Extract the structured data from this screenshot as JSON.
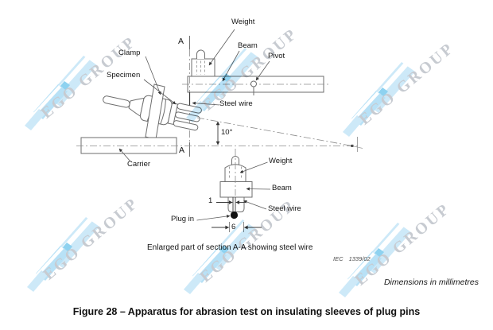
{
  "figure": {
    "caption": "Figure 28 – Apparatus for abrasion test on insulating sleeves of plug pins",
    "dimensions_note": "Dimensions in millimetres",
    "iec_reference": "IEC 1339/02"
  },
  "watermark": {
    "text": "EGO GROUP",
    "logo_blue": "#cde9f8",
    "accent_blue": "#8ed2f0"
  },
  "top_view": {
    "labels": {
      "weight": "Weight",
      "beam": "Beam",
      "pivot": "Pivot",
      "steel_wire": "Steel wire",
      "clamp": "Clamp",
      "specimen": "Specimen",
      "carrier": "Carrier",
      "angle": "10°",
      "section_top": "A",
      "section_bottom": "A"
    }
  },
  "enlarged_view": {
    "caption": "Enlarged part of section A-A showing steel wire",
    "labels": {
      "weight": "Weight",
      "beam": "Beam",
      "steel_wire": "Steel wire",
      "plug_in": "Plug in"
    },
    "dimensions": {
      "wire_width": "1",
      "sleeve_width": "6"
    }
  }
}
